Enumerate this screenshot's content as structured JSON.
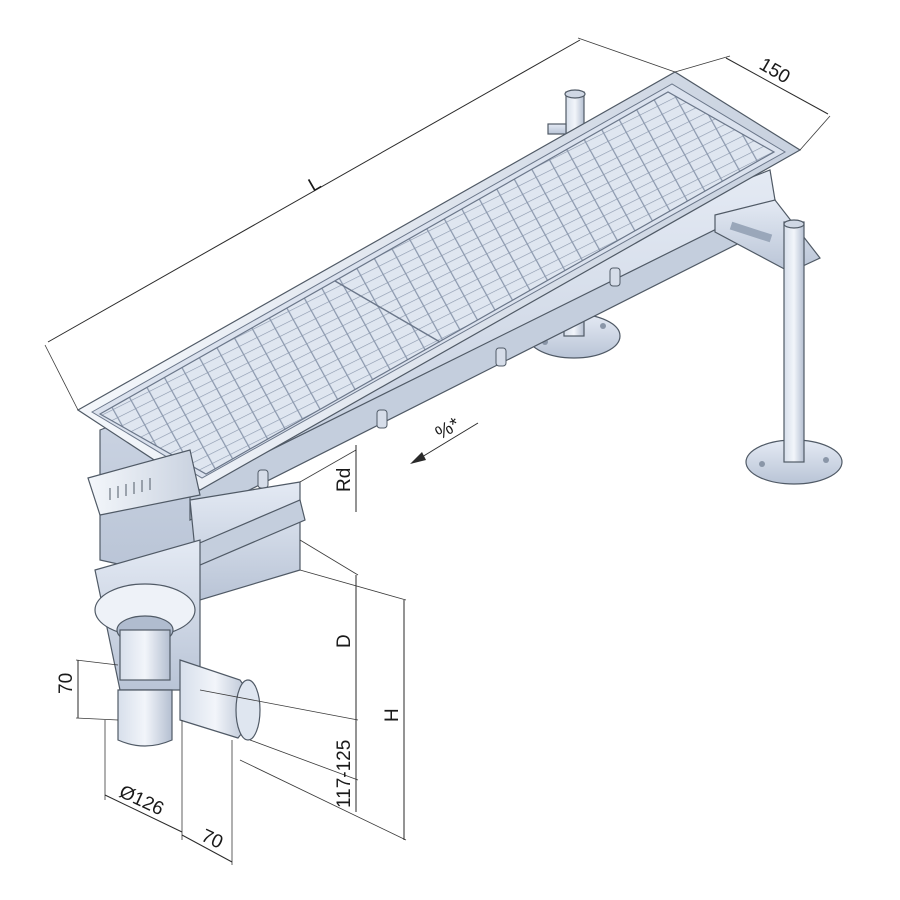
{
  "dimensions": {
    "length": "L",
    "width": "150",
    "slope": "%*",
    "rd": "Rd",
    "depth": "D",
    "height": "H",
    "outlet_height": "117-125",
    "left_seal": "70",
    "diameter": "Ø126",
    "bottom_offset": "70"
  },
  "colors": {
    "metal_light": "#e9eef6",
    "metal_mid": "#c9d3e2",
    "metal_dark": "#9aa7ba",
    "line": "#2a2a2a"
  }
}
